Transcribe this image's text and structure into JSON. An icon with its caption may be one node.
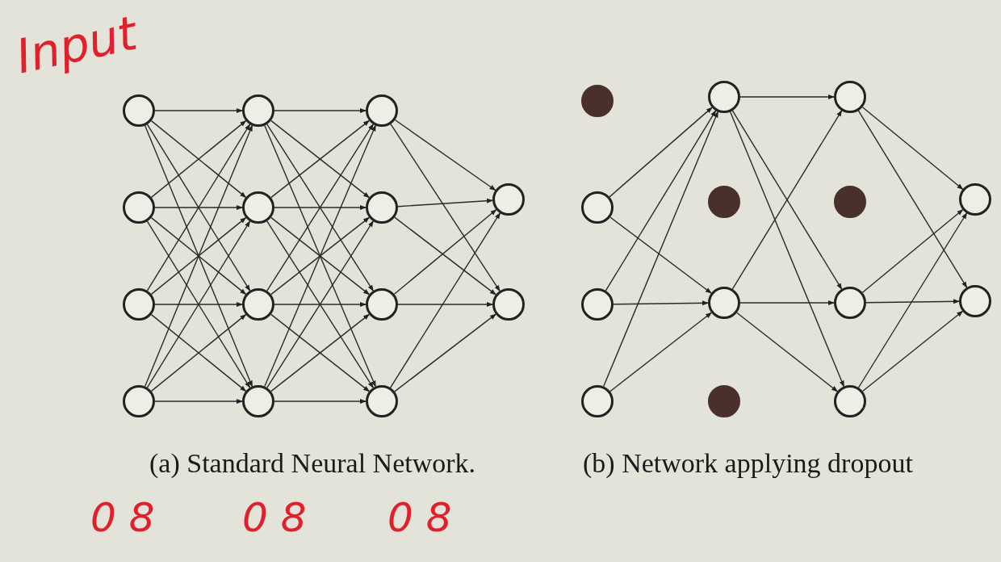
{
  "diagram": {
    "nodes": [
      {
        "text": [],
        "shape": "circle"
      },
      {
        "text": [],
        "shape": "circle"
      },
      {
        "text": [],
        "shape": "circle"
      },
      {
        "text": [],
        "shape": "circle"
      },
      {
        "text": [],
        "shape": "circle"
      },
      {
        "text": [],
        "shape": "circle"
      },
      {
        "text": [],
        "shape": "circle"
      },
      {
        "text": [],
        "shape": "circle"
      },
      {
        "text": [],
        "shape": "circle"
      },
      {
        "text": [],
        "shape": "circle"
      },
      {
        "text": [],
        "shape": "circle"
      },
      {
        "text": [],
        "shape": "circle"
      },
      {
        "text": [],
        "shape": "circle"
      },
      {
        "text": [],
        "shape": "circle"
      },
      {
        "text": [],
        "shape": "dot"
      },
      {
        "text": [],
        "shape": "circle"
      },
      {
        "text": [],
        "shape": "circle"
      },
      {
        "text": [],
        "shape": "circle"
      },
      {
        "text": [],
        "shape": "circle"
      },
      {
        "text": [],
        "shape": "dot"
      },
      {
        "text": [],
        "shape": "circle"
      },
      {
        "text": [],
        "shape": "dot"
      },
      {
        "text": [],
        "shape": "circle"
      },
      {
        "text": [],
        "shape": "dot"
      },
      {
        "text": [],
        "shape": "circle"
      },
      {
        "text": [],
        "shape": "circle"
      },
      {
        "text": [],
        "shape": "circle"
      },
      {
        "text": [],
        "shape": "circle"
      }
    ],
    "edges": [
      {
        "from": 0,
        "to": 4,
        "arrow": "to"
      },
      {
        "from": 0,
        "to": 5,
        "arrow": "to"
      },
      {
        "from": 0,
        "to": 6,
        "arrow": "to"
      },
      {
        "from": 0,
        "to": 7,
        "arrow": "to"
      },
      {
        "from": 1,
        "to": 4,
        "arrow": "to"
      },
      {
        "from": 1,
        "to": 5,
        "arrow": "to"
      },
      {
        "from": 1,
        "to": 6,
        "arrow": "to"
      },
      {
        "from": 1,
        "to": 7,
        "arrow": "to"
      },
      {
        "from": 2,
        "to": 4,
        "arrow": "to"
      },
      {
        "from": 2,
        "to": 5,
        "arrow": "to"
      },
      {
        "from": 2,
        "to": 6,
        "arrow": "to"
      },
      {
        "from": 2,
        "to": 7,
        "arrow": "to"
      },
      {
        "from": 3,
        "to": 4,
        "arrow": "to"
      },
      {
        "from": 3,
        "to": 5,
        "arrow": "to"
      },
      {
        "from": 3,
        "to": 6,
        "arrow": "to"
      },
      {
        "from": 3,
        "to": 7,
        "arrow": "to"
      },
      {
        "from": 4,
        "to": 8,
        "arrow": "to"
      },
      {
        "from": 4,
        "to": 9,
        "arrow": "to"
      },
      {
        "from": 4,
        "to": 10,
        "arrow": "to"
      },
      {
        "from": 4,
        "to": 11,
        "arrow": "to"
      },
      {
        "from": 5,
        "to": 8,
        "arrow": "to"
      },
      {
        "from": 5,
        "to": 9,
        "arrow": "to"
      },
      {
        "from": 5,
        "to": 10,
        "arrow": "to"
      },
      {
        "from": 5,
        "to": 11,
        "arrow": "to"
      },
      {
        "from": 6,
        "to": 8,
        "arrow": "to"
      },
      {
        "from": 6,
        "to": 9,
        "arrow": "to"
      },
      {
        "from": 6,
        "to": 10,
        "arrow": "to"
      },
      {
        "from": 6,
        "to": 11,
        "arrow": "to"
      },
      {
        "from": 7,
        "to": 8,
        "arrow": "to"
      },
      {
        "from": 7,
        "to": 9,
        "arrow": "to"
      },
      {
        "from": 7,
        "to": 10,
        "arrow": "to"
      },
      {
        "from": 7,
        "to": 11,
        "arrow": "to"
      },
      {
        "from": 8,
        "to": 12,
        "arrow": "to"
      },
      {
        "from": 8,
        "to": 13,
        "arrow": "to"
      },
      {
        "from": 9,
        "to": 12,
        "arrow": "to"
      },
      {
        "from": 9,
        "to": 13,
        "arrow": "to"
      },
      {
        "from": 10,
        "to": 12,
        "arrow": "to"
      },
      {
        "from": 10,
        "to": 13,
        "arrow": "to"
      },
      {
        "from": 11,
        "to": 12,
        "arrow": "to"
      },
      {
        "from": 11,
        "to": 13,
        "arrow": "to"
      },
      {
        "from": 15,
        "to": 18,
        "arrow": "to"
      },
      {
        "from": 15,
        "to": 20,
        "arrow": "to"
      },
      {
        "from": 16,
        "to": 18,
        "arrow": "to"
      },
      {
        "from": 16,
        "to": 20,
        "arrow": "to"
      },
      {
        "from": 17,
        "to": 18,
        "arrow": "to"
      },
      {
        "from": 17,
        "to": 20,
        "arrow": "to"
      },
      {
        "from": 18,
        "to": 22,
        "arrow": "to"
      },
      {
        "from": 18,
        "to": 24,
        "arrow": "to"
      },
      {
        "from": 18,
        "to": 25,
        "arrow": "to"
      },
      {
        "from": 20,
        "to": 22,
        "arrow": "to"
      },
      {
        "from": 20,
        "to": 24,
        "arrow": "to"
      },
      {
        "from": 20,
        "to": 25,
        "arrow": "to"
      },
      {
        "from": 22,
        "to": 26,
        "arrow": "to"
      },
      {
        "from": 22,
        "to": 27,
        "arrow": "to"
      },
      {
        "from": 24,
        "to": 26,
        "arrow": "to"
      },
      {
        "from": 24,
        "to": 27,
        "arrow": "to"
      },
      {
        "from": 25,
        "to": 26,
        "arrow": "to"
      },
      {
        "from": 25,
        "to": 27,
        "arrow": "to"
      }
    ],
    "labels": [
      "Input",
      "0 8",
      "0 8",
      "0 8",
      "(a) Standard Neural Network.",
      "(b) Network applying dropout"
    ]
  }
}
